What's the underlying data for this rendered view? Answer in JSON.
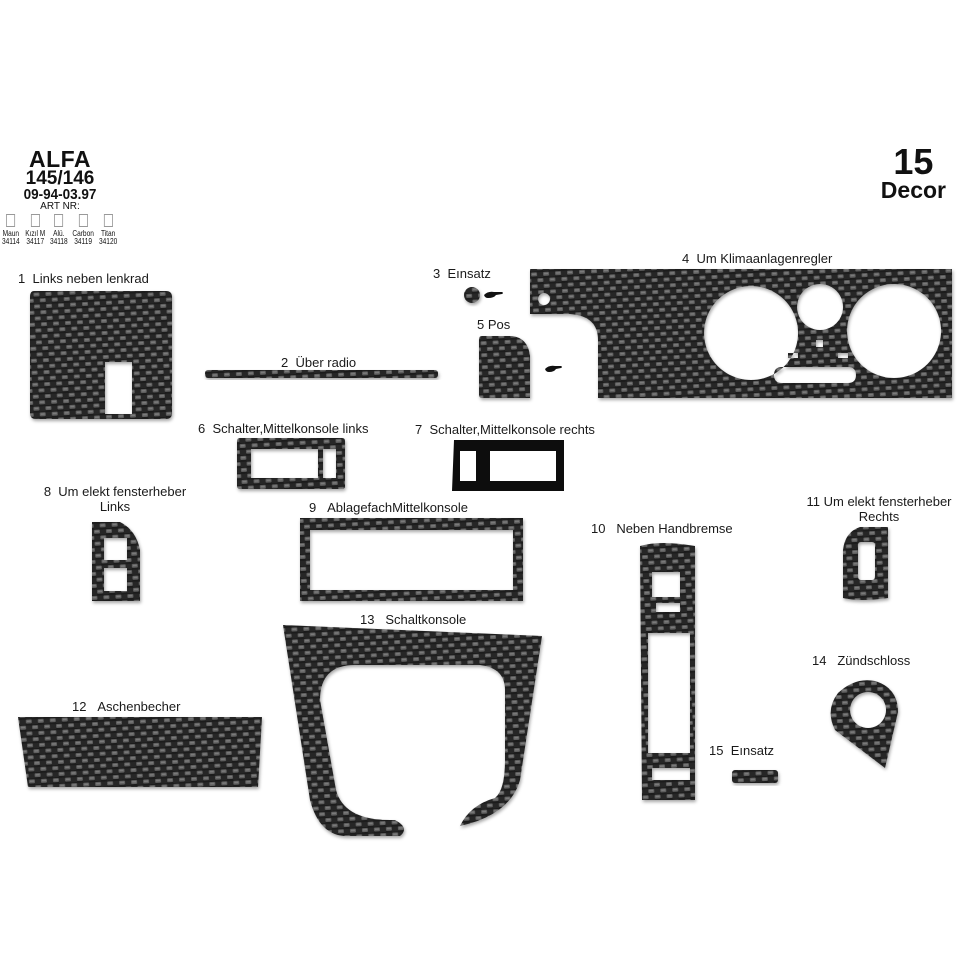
{
  "header": {
    "brand": "ALFA",
    "model": "145/146",
    "years": "09-94-03.97",
    "art_nr_label": "ART NR:",
    "variants": [
      {
        "name": "Maun",
        "code": "34114"
      },
      {
        "name": "Kızıl M",
        "code": "34117"
      },
      {
        "name": "Alü.",
        "code": "34118"
      },
      {
        "name": "Carbon",
        "code": "34119"
      },
      {
        "name": "Titan",
        "code": "34120"
      }
    ],
    "piece_count": "15",
    "kit_type": "Decor"
  },
  "parts": [
    {
      "num": "1",
      "name": "Links neben lenkrad"
    },
    {
      "num": "2",
      "name": "Über radio"
    },
    {
      "num": "3",
      "name": "Eınsatz"
    },
    {
      "num": "4",
      "name": "Um Klimaanlagenregler"
    },
    {
      "num": "5",
      "name": "Pos"
    },
    {
      "num": "6",
      "name": "Schalter,Mittelkonsole links"
    },
    {
      "num": "7",
      "name": "Schalter,Mittelkonsole rechts"
    },
    {
      "num": "8",
      "name": "Um elekt fensterheber",
      "name2": "Links"
    },
    {
      "num": "9",
      "name": "AblagefachMittelkonsole"
    },
    {
      "num": "10",
      "name": "Neben Handbremse"
    },
    {
      "num": "11",
      "name": "Um elekt fensterheber",
      "name2": "Rechts"
    },
    {
      "num": "12",
      "name": "Aschenbecher"
    },
    {
      "num": "13",
      "name": "Schaltkonsole"
    },
    {
      "num": "14",
      "name": "Zündschloss"
    },
    {
      "num": "15",
      "name": "Eınsatz"
    }
  ],
  "colors": {
    "carbon_dark": "#1c1c1c",
    "carbon_light": "#6a6a6a",
    "solid_black": "#0d0d0d"
  }
}
